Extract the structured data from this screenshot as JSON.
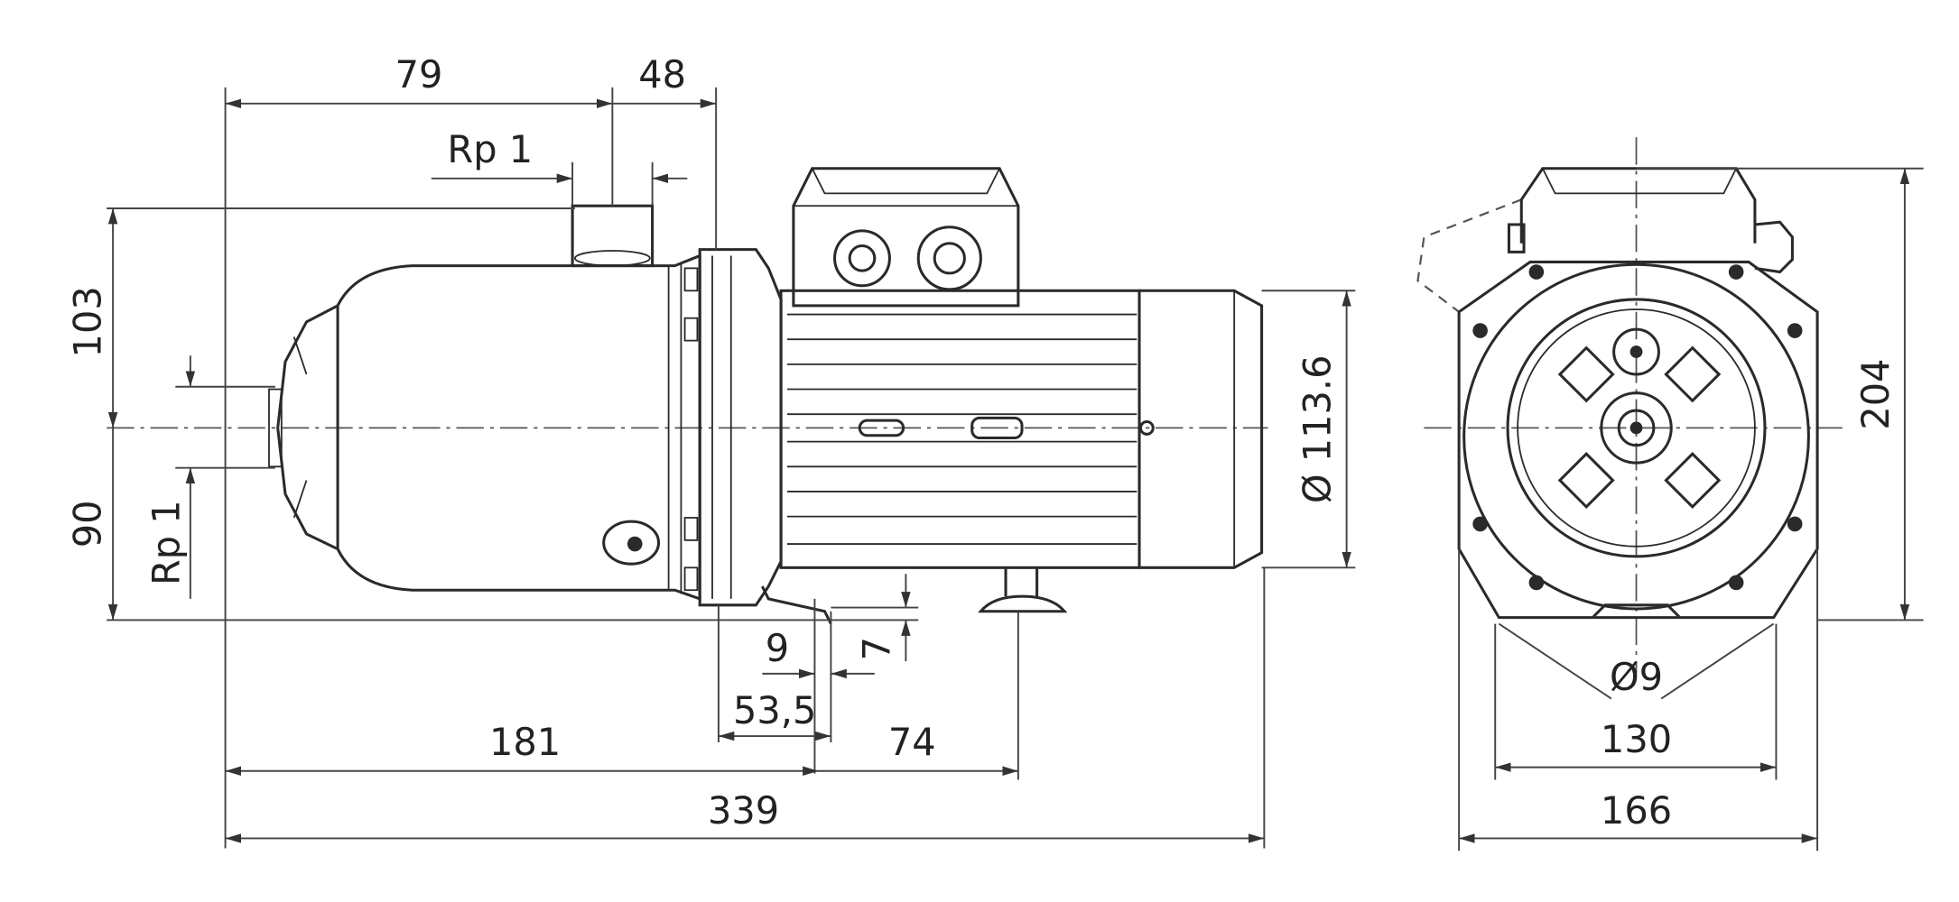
{
  "drawing": {
    "title": "Pump dimension drawing",
    "side_view": {
      "dim_79": "79",
      "dim_48": "48",
      "dim_rp1_top": "Rp 1",
      "dim_103": "103",
      "dim_90": "90",
      "dim_rp1_left": "Rp 1",
      "dim_d113": "Ø 113.6",
      "dim_9": "9",
      "dim_7": "7",
      "dim_53_5": "53,5",
      "dim_181": "181",
      "dim_74": "74",
      "dim_339": "339"
    },
    "front_view": {
      "dim_204": "204",
      "dim_d9": "Ø9",
      "dim_130": "130",
      "dim_166": "166"
    }
  }
}
